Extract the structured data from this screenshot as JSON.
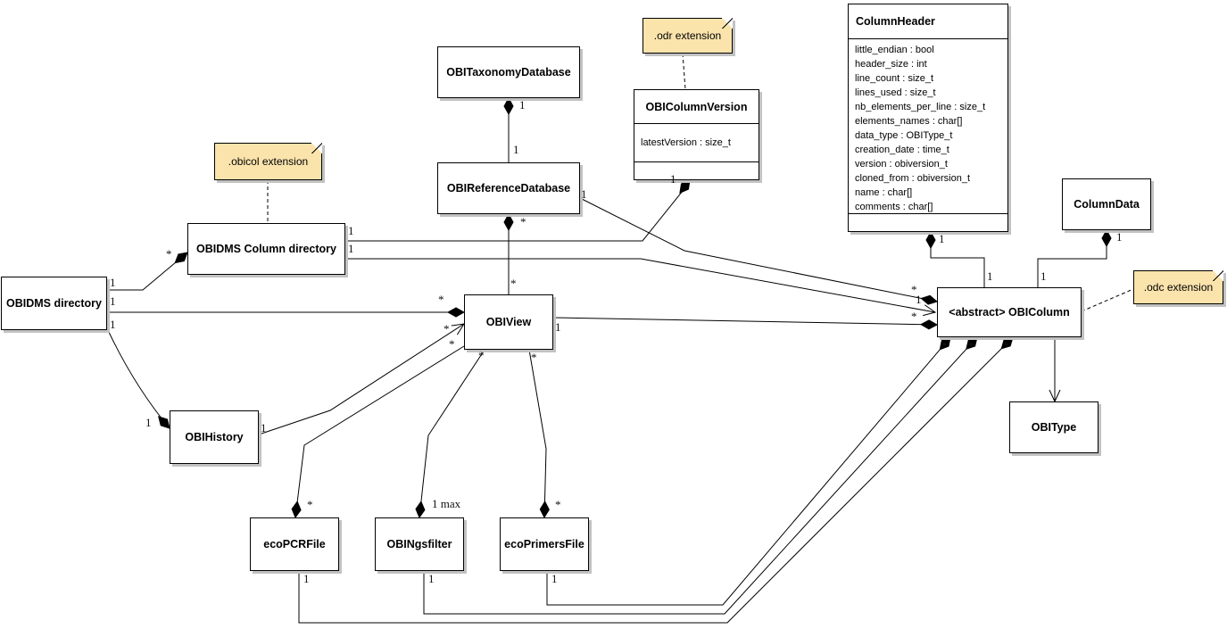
{
  "diagram": {
    "classes": {
      "obitaxonomy_database": {
        "title": "OBITaxonomyDatabase"
      },
      "obireference_database": {
        "title": "OBIReferenceDatabase"
      },
      "obicolumn_version": {
        "title": "OBIColumnVersion",
        "attributes": [
          "latestVersion : size_t"
        ]
      },
      "column_header": {
        "title": "ColumnHeader",
        "attributes": [
          "little_endian : bool",
          "header_size : int",
          "line_count : size_t",
          "lines_used : size_t",
          "nb_elements_per_line : size_t",
          "elements_names : char[]",
          "data_type : OBIType_t",
          "creation_date : time_t",
          "version : obiversion_t",
          "cloned_from : obiversion_t",
          "name : char[]",
          "comments : char[]"
        ]
      },
      "column_data": {
        "title": "ColumnData"
      },
      "obidms_column_directory": {
        "title": "OBIDMS Column directory"
      },
      "obidms_directory": {
        "title": "OBIDMS directory"
      },
      "obiview": {
        "title": "OBIView"
      },
      "obihistory": {
        "title": "OBIHistory"
      },
      "ecopcr_file": {
        "title": "ecoPCRFile"
      },
      "obingsfilter": {
        "title": "OBINgsfilter"
      },
      "ecoprimers_file": {
        "title": "ecoPrimersFile"
      },
      "obicolumn": {
        "title": "<abstract> OBIColumn"
      },
      "obitype": {
        "title": "OBIType"
      }
    },
    "notes": {
      "obicol": ".obicol extension",
      "odr": ".odr extension",
      "odc": ".odc extension"
    },
    "multiplicities": {
      "tax_diamond": "1",
      "ref_top": "1",
      "ref_diamond": "*",
      "view_top": "*",
      "ref_right": "1",
      "refcol_star": "*",
      "colver_diamond": "1",
      "coldir_right_1": "1",
      "coldir_right_2": "1",
      "dircol_one": "1",
      "dms_1": "1",
      "coldir_star": "*",
      "dms_2": "1",
      "view_left_star": "*",
      "dms_3": "1",
      "hist_diamond": "1",
      "hist_right": "1",
      "histview_star": "*",
      "viewpcr_star": "*",
      "pcr_diamond": "*",
      "viewngs_star": "*",
      "ngs_diamond": "1 max",
      "viewprim_star": "*",
      "prim_diamond": "*",
      "viewcol_one": "1",
      "viewcol_star": "*",
      "pcr_one": "1",
      "ngs_one": "1",
      "prim_one": "1",
      "colbot_star_1": "*",
      "colbot_star_2": "*",
      "colbot_star_3": "*",
      "header_diamond": "1",
      "headercol_one": "1",
      "data_diamond": "1",
      "datacol_one": "1"
    },
    "colors": {
      "note_fill": "#fbe3ac",
      "box_fill": "#ffffff",
      "line": "#000000",
      "shadow": "#c2c2c2"
    }
  }
}
